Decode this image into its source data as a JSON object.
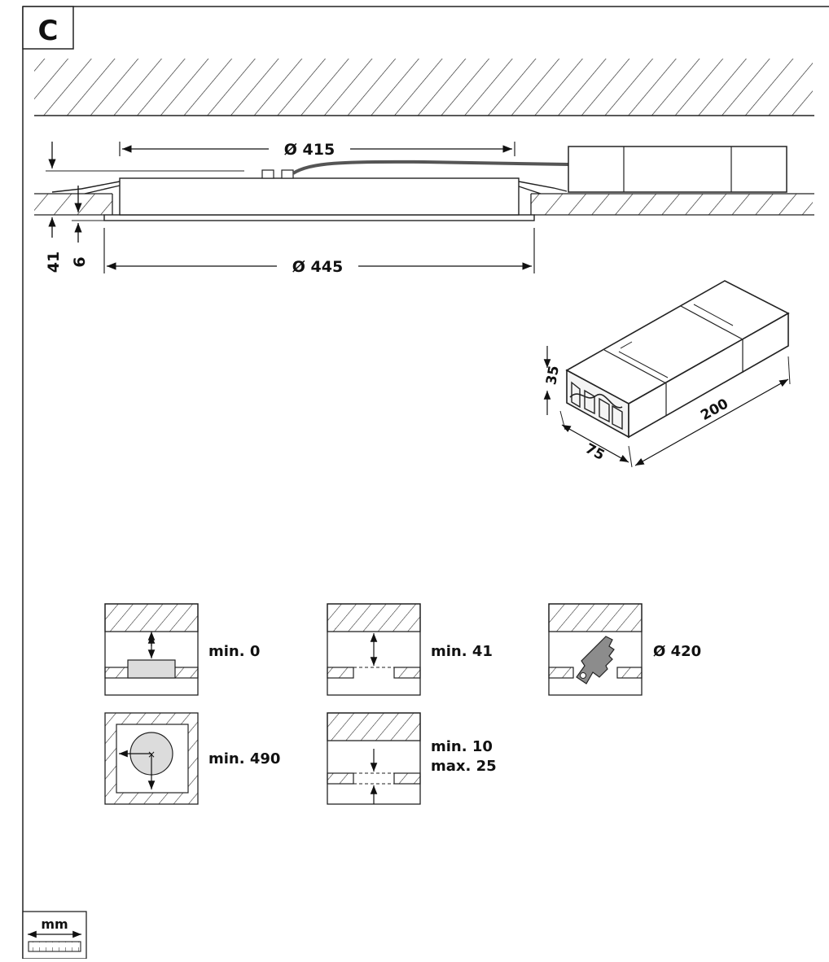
{
  "section": {
    "letter": "C"
  },
  "side_view": {
    "inner_diameter": "Ø 415",
    "outer_diameter": "Ø 445",
    "depth": "41",
    "flange": "6"
  },
  "driver": {
    "height": "35",
    "width": "75",
    "length": "200"
  },
  "requirements": [
    {
      "label": "min. 0"
    },
    {
      "label": "min. 41"
    },
    {
      "label": "Ø 420"
    },
    {
      "label": "min. 490"
    },
    {
      "line1": "min. 10",
      "line2": "max. 25"
    }
  ],
  "units": {
    "label": "mm"
  },
  "colors": {
    "line": "#1a1a1a",
    "fill": "#dcdcdc",
    "saw": "#8c8c8c"
  }
}
